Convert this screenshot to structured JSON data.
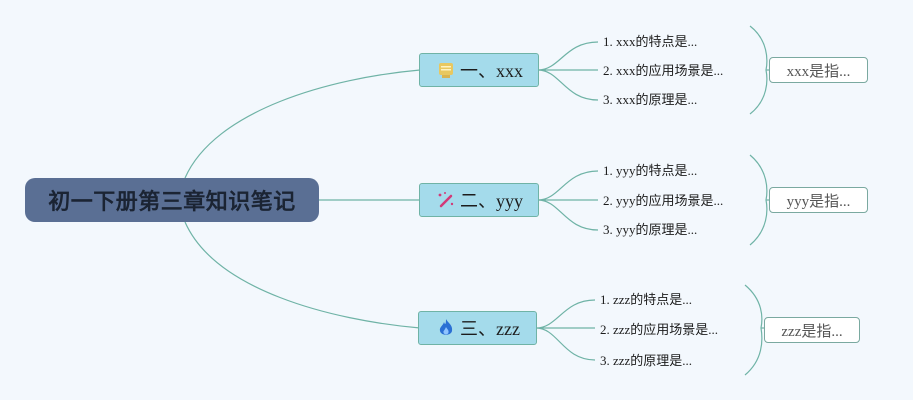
{
  "root": {
    "title": "初一下册第三章知识笔记"
  },
  "branches": [
    {
      "label": "一、xxx",
      "icon": "trophy-icon",
      "items": [
        "1. xxx的特点是...",
        "2. xxx的应用场景是...",
        "3. xxx的原理是..."
      ],
      "summary": "xxx是指..."
    },
    {
      "label": "二、yyy",
      "icon": "magic-wand-icon",
      "items": [
        "1. yyy的特点是...",
        "2. yyy的应用场景是...",
        "3. yyy的原理是..."
      ],
      "summary": "yyy是指..."
    },
    {
      "label": "三、zzz",
      "icon": "flame-icon",
      "items": [
        "1. zzz的特点是...",
        "2. zzz的应用场景是...",
        "3. zzz的原理是..."
      ],
      "summary": "zzz是指..."
    }
  ],
  "colors": {
    "background": "#f3f8fd",
    "root_fill": "#5a6f94",
    "branch_fill": "#a4dbeb",
    "connector": "#6fb3a6"
  }
}
